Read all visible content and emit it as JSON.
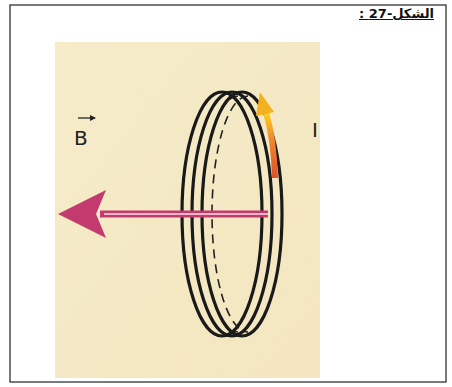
{
  "diagram": {
    "title": "الشكل-27 :",
    "labels": [
      "B",
      "I"
    ]
  }
}
